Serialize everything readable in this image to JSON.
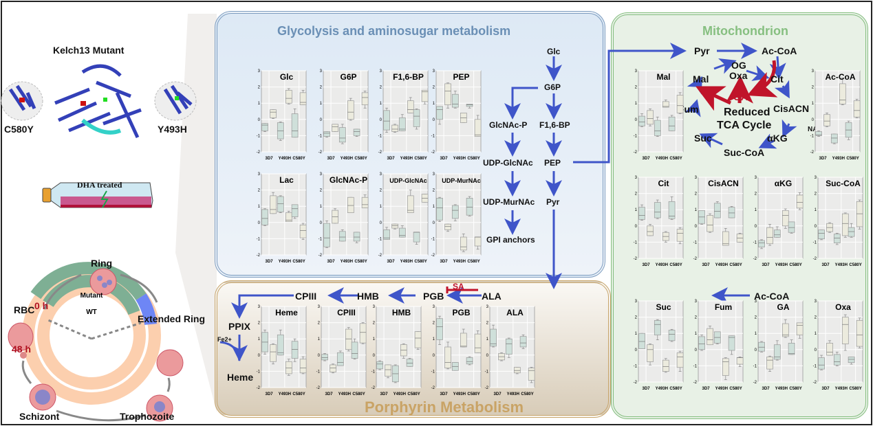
{
  "left": {
    "kelch_title": "Kelch13 Mutant",
    "mut_left": "C580Y",
    "mut_right": "Y493H",
    "flask_label": "DHA treated",
    "cycle": {
      "stages": [
        "Ring",
        "Extended Ring",
        "Trophozoite",
        "Schizont",
        "RBC"
      ],
      "t0": "0 h",
      "t48": "48 h",
      "ring_outer": "Mutant",
      "ring_inner": "WT"
    }
  },
  "glycolysis": {
    "title": "Glycolysis and aminosugar metabolism",
    "pathway": [
      "Glc",
      "G6P",
      "F1,6-BP",
      "PEP",
      "Pyr",
      "GlcNAc-P",
      "UDP-GlcNAc",
      "UDP-MurNAc",
      "GPI anchors"
    ]
  },
  "porphyrin": {
    "title": "Porphyrin Metabolism",
    "pathway": [
      "Ac-CoA",
      "ALA",
      "PGB",
      "HMB",
      "CPIII",
      "PPIX",
      "Heme"
    ],
    "inhibitor": "SA",
    "cofactor": "Fe2+"
  },
  "mito": {
    "title": "Mitochondrion",
    "pathway": [
      "Pyr",
      "Ac-CoA",
      "OG",
      "Oxa",
      "Cit",
      "CisACN",
      "αKG",
      "Suc-CoA",
      "Suc",
      "Fum",
      "Mal",
      "GA",
      "NADP"
    ],
    "center": [
      "Reduced",
      "TCA Cycle"
    ]
  },
  "chart_data": {
    "type": "boxplot",
    "groups": [
      "3D7",
      "Y493H",
      "C580Y"
    ],
    "ylim": [
      -2,
      3
    ],
    "yticks": [
      -2,
      -1,
      0,
      1,
      2,
      3
    ],
    "series_per_group": [
      "untreated",
      "DHA treated"
    ],
    "colors": {
      "untreated": "#cfe0da",
      "treated": "#ecebde"
    },
    "panels": [
      {
        "title": "Glc",
        "boxes": [
          [
            -0.75,
            -0.7,
            -0.35,
            -0.25,
            -0.25
          ],
          [
            0.05,
            0.1,
            0.45,
            0.6,
            0.6
          ],
          [
            -1.3,
            -1.2,
            -0.7,
            -0.2,
            -0.15
          ],
          [
            0.95,
            1.0,
            1.3,
            1.8,
            1.9
          ],
          [
            -1.1,
            -1.1,
            -0.7,
            0.35,
            0.65
          ],
          [
            0.9,
            0.9,
            1.05,
            1.65,
            1.8
          ]
        ]
      },
      {
        "title": "G6P",
        "boxes": [
          [
            -1.1,
            -1.05,
            -0.85,
            -0.75,
            -0.75
          ],
          [
            -0.75,
            -0.75,
            -0.45,
            -0.3,
            -0.3
          ],
          [
            -1.5,
            -1.4,
            -1.15,
            -0.5,
            -0.3
          ],
          [
            -0.05,
            0.0,
            0.45,
            1.15,
            1.3
          ],
          [
            -1.05,
            -1.0,
            -0.75,
            -0.6,
            -0.6
          ],
          [
            0.7,
            0.9,
            1.35,
            1.65,
            1.75
          ]
        ]
      },
      {
        "title": "F1,6-BP",
        "boxes": [
          [
            -0.8,
            -0.65,
            -0.1,
            0.55,
            0.7
          ],
          [
            -0.8,
            -0.75,
            -0.6,
            -0.35,
            -0.3
          ],
          [
            -0.7,
            -0.7,
            -0.6,
            0.1,
            0.3
          ],
          [
            0.4,
            0.4,
            0.6,
            1.15,
            1.35
          ],
          [
            -0.6,
            -0.45,
            0.2,
            0.6,
            0.65
          ],
          [
            0.95,
            1.1,
            1.7,
            1.8,
            1.8
          ]
        ]
      },
      {
        "title": "PEP",
        "boxes": [
          [
            -0.3,
            0.0,
            0.6,
            0.8,
            0.8
          ],
          [
            0.7,
            0.9,
            1.75,
            2.2,
            2.25
          ],
          [
            0.7,
            0.75,
            0.95,
            1.55,
            1.75
          ],
          [
            -0.2,
            -0.2,
            0.1,
            0.4,
            0.4
          ],
          [
            0.7,
            0.8,
            0.9,
            0.95,
            0.95
          ],
          [
            -1.05,
            -1.05,
            -0.95,
            0.0,
            0.25
          ]
        ]
      },
      {
        "title": "Lac",
        "boxes": [
          [
            -0.2,
            -0.15,
            0.25,
            0.8,
            0.85
          ],
          [
            0.55,
            0.55,
            0.8,
            1.65,
            1.85
          ],
          [
            0.6,
            0.65,
            1.15,
            1.6,
            1.65
          ],
          [
            0.05,
            0.05,
            0.15,
            0.6,
            0.7
          ],
          [
            0.25,
            0.35,
            0.85,
            1.1,
            1.1
          ],
          [
            -1.05,
            -0.95,
            -0.5,
            -0.15,
            -0.05
          ]
        ]
      },
      {
        "title": "GlcNAc-P",
        "boxes": [
          [
            -1.55,
            -1.5,
            -0.95,
            -0.05,
            0.1
          ],
          [
            -0.05,
            -0.05,
            0.35,
            0.75,
            0.85
          ],
          [
            -1.15,
            -1.15,
            -0.9,
            -0.55,
            -0.45
          ],
          [
            0.6,
            0.6,
            1.05,
            1.55,
            1.55
          ],
          [
            -1.25,
            -1.15,
            -0.9,
            -0.6,
            -0.6
          ],
          [
            0.9,
            0.9,
            1.1,
            1.55,
            1.7
          ]
        ]
      },
      {
        "title": "UDP-GlcNAc",
        "boxes": [
          [
            -1.05,
            -1.05,
            -0.95,
            -0.45,
            -0.3
          ],
          [
            -0.4,
            -0.35,
            -0.2,
            -0.1,
            -0.1
          ],
          [
            -0.9,
            -0.9,
            -0.8,
            -0.35,
            -0.2
          ],
          [
            0.6,
            0.6,
            0.75,
            1.65,
            2.0
          ],
          [
            -1.35,
            -1.2,
            -0.6,
            -0.6,
            -0.6
          ],
          [
            1.25,
            1.25,
            1.5,
            1.75,
            1.75
          ]
        ]
      },
      {
        "title": "UDP-MurNAc",
        "boxes": [
          [
            0.05,
            0.15,
            0.9,
            1.5,
            1.55
          ],
          [
            -0.55,
            -0.45,
            -0.25,
            -0.1,
            -0.1
          ],
          [
            0.1,
            0.25,
            0.75,
            1.05,
            1.1
          ],
          [
            -1.8,
            -1.7,
            -1.5,
            -0.9,
            -0.7
          ],
          [
            0.4,
            0.45,
            0.95,
            1.5,
            1.6
          ],
          [
            -1.65,
            -1.45,
            -0.9,
            -0.9,
            -0.9
          ]
        ]
      },
      {
        "title": "Mal",
        "boxes": [
          [
            -0.45,
            -0.4,
            -0.15,
            0.2,
            0.35
          ],
          [
            -0.4,
            -0.3,
            0.05,
            0.55,
            0.65
          ],
          [
            -1.05,
            -1.0,
            -0.7,
            -0.05,
            0.15
          ],
          [
            0.75,
            0.75,
            0.8,
            1.1,
            1.2
          ],
          [
            -0.7,
            -0.7,
            -0.4,
            0.15,
            0.25
          ],
          [
            0.35,
            0.4,
            0.85,
            1.5,
            1.65
          ]
        ]
      },
      {
        "title": "Ac-CoA",
        "boxes": [
          [
            -1.05,
            -1.0,
            -0.95,
            -0.75,
            -0.7
          ],
          [
            -0.45,
            -0.4,
            -0.1,
            0.3,
            0.4
          ],
          [
            -1.5,
            -1.45,
            -1.15,
            -0.9,
            -0.9
          ],
          [
            0.9,
            0.95,
            1.2,
            2.2,
            2.55
          ],
          [
            -1.25,
            -1.1,
            -0.65,
            -0.2,
            -0.1
          ],
          [
            0.1,
            0.15,
            0.55,
            1.15,
            1.25
          ]
        ]
      },
      {
        "title": "Cit",
        "boxes": [
          [
            0.35,
            0.4,
            0.65,
            1.15,
            1.3
          ],
          [
            -0.6,
            -0.6,
            -0.35,
            0.0,
            0.1
          ],
          [
            0.45,
            0.5,
            0.85,
            1.45,
            1.6
          ],
          [
            -1.0,
            -0.9,
            -0.65,
            -0.4,
            -0.35
          ],
          [
            0.4,
            0.45,
            0.6,
            1.5,
            1.8
          ],
          [
            -1.1,
            -0.95,
            -0.45,
            -0.2,
            -0.1
          ]
        ]
      },
      {
        "title": "CisACN",
        "boxes": [
          [
            0.1,
            0.15,
            0.55,
            0.95,
            0.95
          ],
          [
            -0.4,
            -0.35,
            0.05,
            0.65,
            0.75
          ],
          [
            0.5,
            0.5,
            0.9,
            1.4,
            1.5
          ],
          [
            -1.2,
            -1.2,
            -1.1,
            -0.35,
            -0.15
          ],
          [
            0.5,
            0.5,
            0.8,
            1.15,
            1.2
          ],
          [
            -1.0,
            -1.0,
            -0.75,
            -0.5,
            -0.45
          ]
        ]
      },
      {
        "title": "αKG",
        "boxes": [
          [
            -1.4,
            -1.3,
            -1.05,
            -0.9,
            -0.85
          ],
          [
            -1.2,
            -1.1,
            -0.7,
            -0.1,
            0.1
          ],
          [
            -0.7,
            -0.7,
            -0.55,
            -0.25,
            -0.05
          ],
          [
            -0.15,
            0.0,
            0.65,
            0.95,
            1.05
          ],
          [
            -0.45,
            -0.4,
            -0.1,
            0.25,
            0.25
          ],
          [
            1.0,
            1.1,
            1.45,
            1.9,
            2.05
          ]
        ]
      },
      {
        "title": "Suc-CoA",
        "boxes": [
          [
            -0.85,
            -0.8,
            -0.45,
            -0.25,
            -0.25
          ],
          [
            -0.4,
            -0.35,
            -0.1,
            0.15,
            0.2
          ],
          [
            -1.15,
            -1.05,
            -0.75,
            -0.5,
            -0.45
          ],
          [
            -0.7,
            -0.6,
            0.15,
            0.75,
            0.8
          ],
          [
            -0.7,
            -0.65,
            -0.35,
            -0.1,
            0.15
          ],
          [
            -0.2,
            -0.05,
            0.75,
            1.5,
            1.6
          ]
        ]
      },
      {
        "title": "Suc",
        "boxes": [
          [
            0.05,
            0.05,
            0.5,
            1.0,
            1.0
          ],
          [
            -0.95,
            -0.75,
            0.0,
            0.3,
            0.35
          ],
          [
            0.6,
            0.9,
            1.55,
            1.8,
            1.85
          ],
          [
            -1.4,
            -1.35,
            -1.05,
            -0.65,
            -0.55
          ],
          [
            0.5,
            0.55,
            0.95,
            1.2,
            1.25
          ],
          [
            -1.35,
            -1.1,
            -0.45,
            -0.2,
            -0.1
          ]
        ]
      },
      {
        "title": "Fum",
        "boxes": [
          [
            -0.05,
            0.0,
            0.35,
            0.8,
            0.9
          ],
          [
            0.3,
            0.3,
            0.6,
            1.3,
            1.45
          ],
          [
            0.35,
            0.4,
            0.75,
            1.1,
            1.1
          ],
          [
            -1.85,
            -1.6,
            -0.75,
            -0.55,
            -0.5
          ],
          [
            -0.3,
            -0.05,
            0.75,
            0.85,
            0.85
          ],
          [
            -1.05,
            -0.9,
            -0.5,
            -0.5,
            -0.45
          ]
        ]
      },
      {
        "title": "GA",
        "boxes": [
          [
            -0.15,
            -0.1,
            0.15,
            0.45,
            0.5
          ],
          [
            -1.35,
            -1.2,
            -0.65,
            -0.45,
            -0.4
          ],
          [
            -0.65,
            -0.6,
            -0.45,
            0.3,
            0.55
          ],
          [
            0.75,
            0.8,
            0.9,
            1.6,
            1.85
          ],
          [
            -0.3,
            -0.3,
            -0.25,
            0.4,
            0.6
          ],
          [
            0.7,
            0.9,
            1.5,
            1.65,
            1.65
          ]
        ]
      },
      {
        "title": "Oxa",
        "boxes": [
          [
            -1.25,
            -1.2,
            -0.95,
            -0.5,
            -0.35
          ],
          [
            -0.35,
            -0.35,
            -0.15,
            0.4,
            0.55
          ],
          [
            -1.0,
            -0.95,
            -0.75,
            -0.3,
            -0.15
          ],
          [
            -0.05,
            0.35,
            1.55,
            2.0,
            2.15
          ],
          [
            -0.9,
            -0.8,
            -0.6,
            -0.45,
            -0.45
          ],
          [
            0.1,
            0.2,
            0.9,
            1.8,
            1.95
          ]
        ]
      },
      {
        "title": "Heme",
        "boxes": [
          [
            0.05,
            0.2,
            0.8,
            1.4,
            1.55
          ],
          [
            -0.55,
            -0.4,
            0.2,
            0.65,
            0.7
          ],
          [
            0.0,
            0.0,
            0.15,
            1.25,
            1.55
          ],
          [
            -1.25,
            -1.15,
            -0.8,
            -0.4,
            -0.25
          ],
          [
            -0.4,
            -0.2,
            0.35,
            0.85,
            1.0
          ],
          [
            -1.15,
            -1.1,
            -0.8,
            -0.25,
            -0.1
          ]
        ]
      },
      {
        "title": "CPIII",
        "boxes": [
          [
            -0.35,
            -0.3,
            -0.15,
            0.05,
            0.1
          ],
          [
            -1.1,
            -1.05,
            -0.8,
            -0.6,
            -0.55
          ],
          [
            -0.65,
            -0.65,
            -0.45,
            0.15,
            0.25
          ],
          [
            0.25,
            0.35,
            1.0,
            1.6,
            1.7
          ],
          [
            -0.25,
            -0.2,
            0.1,
            0.8,
            1.0
          ],
          [
            0.7,
            0.75,
            1.4,
            1.95,
            2.0
          ]
        ]
      },
      {
        "title": "HMB",
        "boxes": [
          [
            -0.9,
            -0.85,
            -0.55,
            -0.4,
            -0.35
          ],
          [
            -1.4,
            -1.3,
            -0.9,
            -0.6,
            -0.6
          ],
          [
            -1.7,
            -1.65,
            -1.15,
            -0.65,
            -0.6
          ],
          [
            -0.2,
            -0.05,
            0.3,
            0.65,
            0.7
          ],
          [
            -0.7,
            -0.7,
            -0.5,
            -0.25,
            -0.2
          ],
          [
            0.35,
            0.45,
            1.05,
            1.45,
            1.45
          ]
        ]
      },
      {
        "title": "PGB",
        "boxes": [
          [
            0.65,
            0.95,
            1.75,
            2.25,
            2.4
          ],
          [
            -0.85,
            -0.8,
            -0.45,
            0.5,
            0.8
          ],
          [
            -0.95,
            -0.95,
            -0.7,
            -0.45,
            -0.45
          ],
          [
            0.5,
            0.5,
            0.55,
            1.35,
            1.6
          ],
          [
            -0.6,
            -0.55,
            -0.4,
            -0.15,
            -0.1
          ],
          [
            0.15,
            0.15,
            0.45,
            1.3,
            1.5
          ]
        ]
      },
      {
        "title": "ALA",
        "boxes": [
          [
            0.5,
            0.55,
            0.7,
            1.6,
            1.85
          ],
          [
            -0.35,
            -0.3,
            -0.1,
            0.1,
            0.15
          ],
          [
            -0.15,
            0.05,
            0.7,
            1.0,
            1.05
          ],
          [
            -1.15,
            -1.1,
            -0.95,
            -0.75,
            -0.75
          ],
          [
            0.4,
            0.5,
            0.75,
            1.15,
            1.25
          ],
          [
            -1.7,
            -1.55,
            -0.95,
            -0.8,
            -0.75
          ]
        ]
      }
    ]
  }
}
